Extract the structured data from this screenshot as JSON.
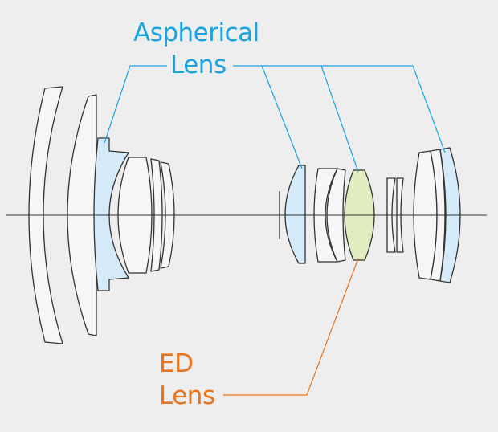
{
  "labels": {
    "aspherical_line1": "Aspherical",
    "aspherical_line2": "Lens",
    "ed_line1": "ED",
    "ed_line2": "Lens"
  },
  "colors": {
    "background": "#eeeeee",
    "lens_fill": "#f6f6f6",
    "lens_stroke": "#333333",
    "aspherical_fill": "#d6ebfa",
    "ed_fill": "#e1ecc0",
    "aspherical_text": "#1aa3e0",
    "ed_text": "#e8731c"
  }
}
